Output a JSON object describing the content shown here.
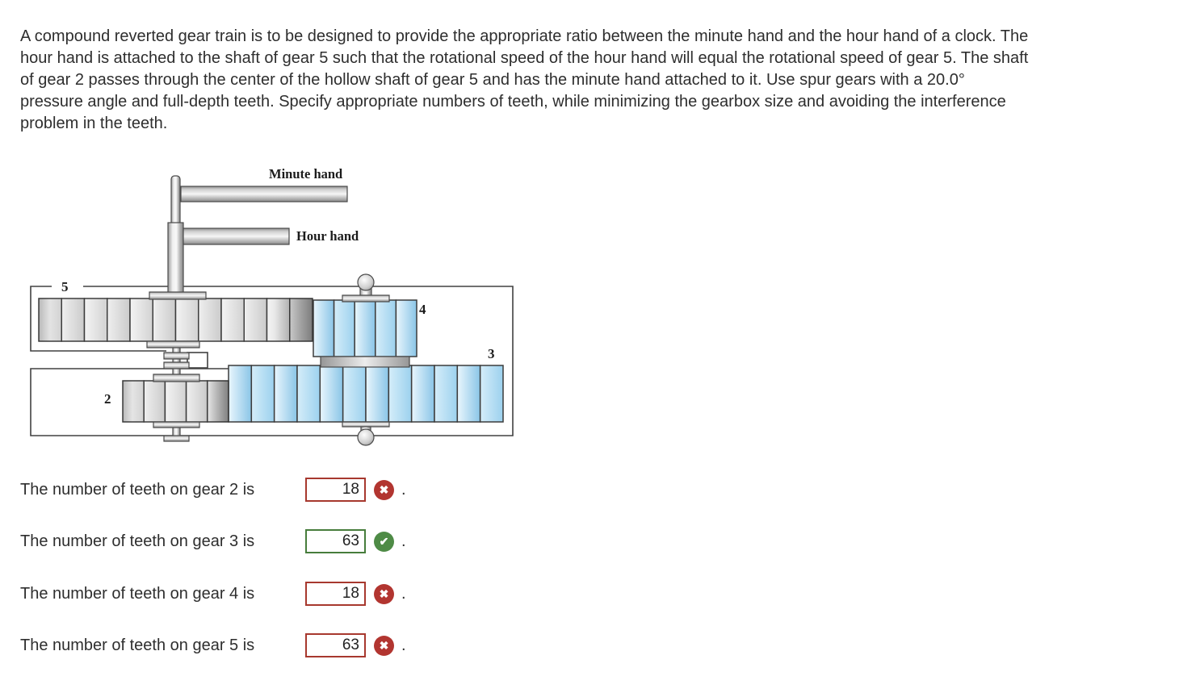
{
  "problem": {
    "text": "A compound reverted gear train is to be designed to provide the appropriate ratio between the minute hand and the hour hand of a clock. The hour hand is attached to the shaft of gear 5 such that the rotational speed of the hour hand will equal the rotational speed of gear 5. The shaft of gear 2 passes through the center of the hollow shaft of gear 5 and has the minute hand attached to it. Use spur gears with a 20.0° pressure angle and full-depth teeth. Specify appropriate numbers of teeth, while minimizing the gearbox size and avoiding the interference problem in the teeth."
  },
  "diagram": {
    "minute_hand_label": "Minute hand",
    "hour_hand_label": "Hour hand",
    "gear_labels": {
      "g2": "2",
      "g3": "3",
      "g4": "4",
      "g5": "5"
    }
  },
  "answers": [
    {
      "label": "The number of teeth on gear 2 is",
      "value": "18",
      "status": "incorrect",
      "suffix": "."
    },
    {
      "label": "The number of teeth on gear 3 is",
      "value": "63",
      "status": "correct",
      "suffix": "."
    },
    {
      "label": "The number of teeth on gear 4 is",
      "value": "18",
      "status": "incorrect",
      "suffix": "."
    },
    {
      "label": "The number of teeth on gear 5 is",
      "value": "63",
      "status": "incorrect",
      "suffix": "."
    }
  ],
  "icons": {
    "incorrect_glyph": "✖",
    "correct_glyph": "✔"
  },
  "colors": {
    "incorrect_icon": "#b23530",
    "correct_icon": "#4e8b46",
    "incorrect_border": "#a7382e",
    "correct_border": "#477d3c"
  }
}
